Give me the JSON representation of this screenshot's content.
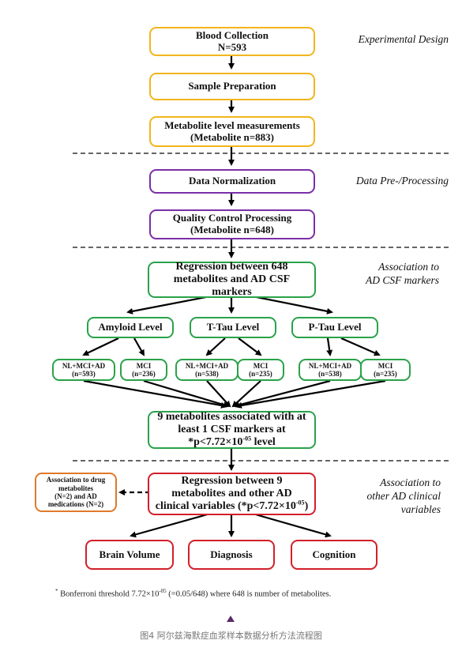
{
  "sections": {
    "design": "Experimental Design",
    "processing": "Data Pre-/Processing",
    "csf_line1": "Association to",
    "csf_line2": "AD CSF markers",
    "clinical_line1": "Association to",
    "clinical_line2": "other AD clinical",
    "clinical_line3": "variables"
  },
  "boxes": {
    "blood_line1": "Blood Collection",
    "blood_line2": "N=593",
    "sample": "Sample Preparation",
    "metab_line1": "Metabolite level measurements",
    "metab_line2": "(Metabolite n=883)",
    "norm": "Data Normalization",
    "qc_line1": "Quality Control Processing",
    "qc_line2": "(Metabolite n=648)",
    "regression_line1": "Regression between 648",
    "regression_line2": "metabolites and AD CSF",
    "regression_line3": "markers",
    "amyloid": "Amyloid Level",
    "ttau": "T-Tau Level",
    "ptau": "P-Tau Level",
    "sub1_line1": "NL+MCI+AD",
    "sub1_line2": "(n=593)",
    "sub2_line1": "MCI",
    "sub2_line2": "(n=236)",
    "sub3_line1": "NL+MCI+AD",
    "sub3_line2": "(n=538)",
    "sub4_line1": "MCI",
    "sub4_line2": "(n=235)",
    "sub5_line1": "NL+MCI+AD",
    "sub5_line2": "(n=538)",
    "sub6_line1": "MCI",
    "sub6_line2": "(n=235)",
    "assoc9_line1": "9 metabolites associated with at",
    "assoc9_line2": "least 1 CSF markers at",
    "assoc9_line3_pre": "*p<7.72×10",
    "assoc9_line3_sup": "-05",
    "assoc9_line3_post": " level",
    "reg9_line1": "Regression between 9",
    "reg9_line2": "metabolites and other AD",
    "reg9_line3_pre": "clinical variables (*p<7.72×10",
    "reg9_line3_sup": "-05",
    "reg9_line3_post": ")",
    "drug_line1": "Association to drug",
    "drug_line2": "metabolites",
    "drug_line3": "(N=2) and AD",
    "drug_line4": "medications (N=2)",
    "brain": "Brain Volume",
    "diagnosis": "Diagnosis",
    "cognition": "Cognition"
  },
  "footnote": {
    "star": "*",
    "pre": " Bonferroni threshold 7.72×10",
    "sup": "-05",
    "post": " (=0.05/648) where 648 is number of metabolites."
  },
  "caption": "图4 阿尔兹海默症血浆样本数据分析方法流程图",
  "colors": {
    "yellow": "#f2b51d",
    "purple": "#7a2fa8",
    "green": "#2aa24a",
    "red": "#d21f2a",
    "orange": "#e0792a"
  }
}
